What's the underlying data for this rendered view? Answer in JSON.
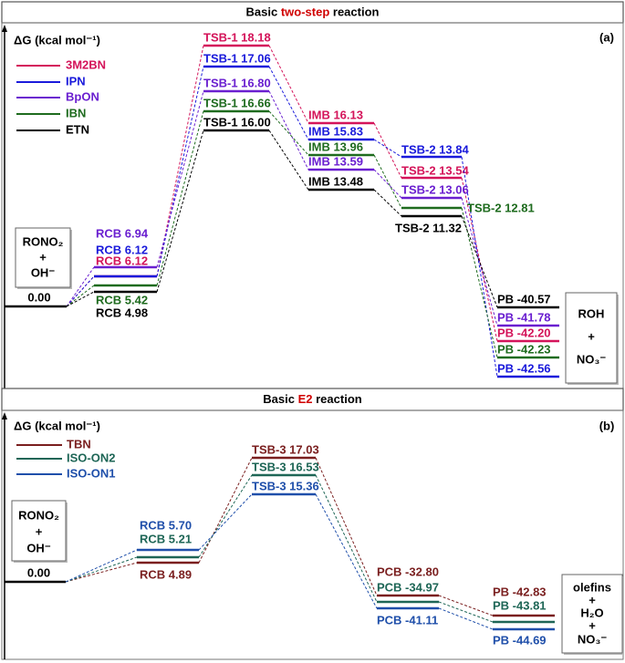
{
  "panels": [
    {
      "id": "a",
      "title_parts": [
        {
          "text": "Basic ",
          "color": "#000000"
        },
        {
          "text": "two-step",
          "color": "#d00000"
        },
        {
          "text": " reaction",
          "color": "#000000"
        }
      ],
      "axis_label": "ΔG (kcal mol⁻¹)",
      "panel_tag": "(a)",
      "reactant": {
        "lines": [
          "RONO₂",
          "+",
          "OH⁻"
        ],
        "value": "0.00"
      },
      "product": {
        "lines": [
          "ROH",
          "+",
          "NO₃⁻"
        ]
      },
      "species": [
        {
          "name": "3M2BN",
          "color": "#d4145a"
        },
        {
          "name": "IPN",
          "color": "#1a1adb"
        },
        {
          "name": "BpON",
          "color": "#6a1fd0"
        },
        {
          "name": "IBN",
          "color": "#1e6b1e"
        },
        {
          "name": "ETN",
          "color": "#000000"
        }
      ],
      "stages": [
        {
          "name": "RCB",
          "values": [
            "6.12",
            "6.12",
            "6.94",
            "5.42",
            "4.98"
          ]
        },
        {
          "name": "TSB-1",
          "values": [
            "18.18",
            "17.06",
            "16.80",
            "16.66",
            "16.00"
          ]
        },
        {
          "name": "IMB",
          "values": [
            "16.13",
            "15.83",
            "13.59",
            "13.96",
            "13.48"
          ]
        },
        {
          "name": "TSB-2",
          "values": [
            "13.54",
            "13.84",
            "13.06",
            "12.81",
            "11.32"
          ]
        },
        {
          "name": "PB",
          "values": [
            "-42.20",
            "-42.56",
            "-41.78",
            "-42.23",
            "-40.57"
          ]
        }
      ]
    },
    {
      "id": "b",
      "title_parts": [
        {
          "text": "Basic ",
          "color": "#000000"
        },
        {
          "text": "E2",
          "color": "#d00000"
        },
        {
          "text": " reaction",
          "color": "#000000"
        }
      ],
      "axis_label": "ΔG (kcal mol⁻¹)",
      "panel_tag": "(b)",
      "reactant": {
        "lines": [
          "RONO₂",
          "+",
          "OH⁻"
        ],
        "value": "0.00"
      },
      "product": {
        "lines": [
          "olefins",
          "+",
          "H₂O",
          "+",
          "NO₃⁻"
        ]
      },
      "species": [
        {
          "name": "TBN",
          "color": "#7a1f1f"
        },
        {
          "name": "ISO-ON2",
          "color": "#1e6656"
        },
        {
          "name": "ISO-ON1",
          "color": "#1f4faa"
        }
      ],
      "stages": [
        {
          "name": "RCB",
          "values": [
            "4.89",
            "5.21",
            "5.70"
          ]
        },
        {
          "name": "TSB-3",
          "values": [
            "17.03",
            "16.53",
            "15.36"
          ]
        },
        {
          "name": "PCB",
          "values": [
            "-32.80",
            "-34.97",
            "-41.11"
          ]
        },
        {
          "name": "PB",
          "values": [
            "-42.83",
            "-43.81",
            "-44.69"
          ]
        }
      ]
    }
  ]
}
